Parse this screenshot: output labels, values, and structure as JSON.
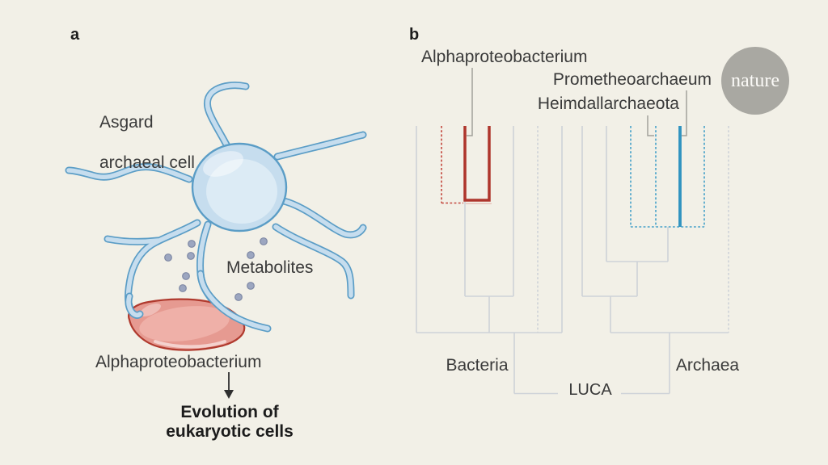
{
  "colors": {
    "background": "#f2f0e7",
    "text": "#3a3a3a",
    "text_strong": "#1c1c1c",
    "tree_line": "#ced3d8",
    "red_solid": "#ae352c",
    "red_dashed": "#c2443a",
    "red_shadow": "#dca09a",
    "blue_solid": "#2f93c0",
    "blue_dashed": "#44a0c9",
    "pointer": "#a2a19c",
    "arrow": "#2f2f2f",
    "cell_fill": "#c6ddee",
    "cell_inner": "#dcebf5",
    "cell_stroke": "#5b9dc6",
    "bact_fill": "#e69a91",
    "bact_inner": "#f0b4ab",
    "bact_stroke": "#b03a2e",
    "dot_fill": "#9ca6c0",
    "dot_stroke": "#7e88a4",
    "logo_bg": "#a9a8a2",
    "logo_text": "#fbfaf7"
  },
  "panel_a": {
    "label": "a",
    "cell_label_line1": "Asgard",
    "cell_label_line2": "archaeal cell",
    "metabolites_label": "Metabolites",
    "bacterium_label": "Alphaproteobacterium",
    "outcome_line1": "Evolution of",
    "outcome_line2": "eukaryotic cells"
  },
  "panel_b": {
    "label": "b",
    "taxa": {
      "alphaproteobacterium": "Alphaproteobacterium",
      "prometheoarchaeum": "Prometheoarchaeum",
      "heimdallarchaeota": "Heimdallarchaeota"
    },
    "clades": {
      "bacteria": "Bacteria",
      "archaea": "Archaea",
      "root": "LUCA"
    },
    "tree": {
      "type": "cladogram",
      "root": "LUCA",
      "children": [
        "Bacteria",
        "Archaea"
      ],
      "highlights": [
        {
          "taxon": "Alphaproteobacterium",
          "clade": "Bacteria",
          "style": "solid-red-branch"
        },
        {
          "taxon": "Prometheoarchaeum",
          "clade": "Archaea",
          "style": "solid-blue-branch"
        },
        {
          "taxon": "Heimdallarchaeota",
          "clade": "Archaea",
          "style": "dashed-blue-clade"
        }
      ]
    }
  },
  "logo": {
    "text": "nature"
  }
}
